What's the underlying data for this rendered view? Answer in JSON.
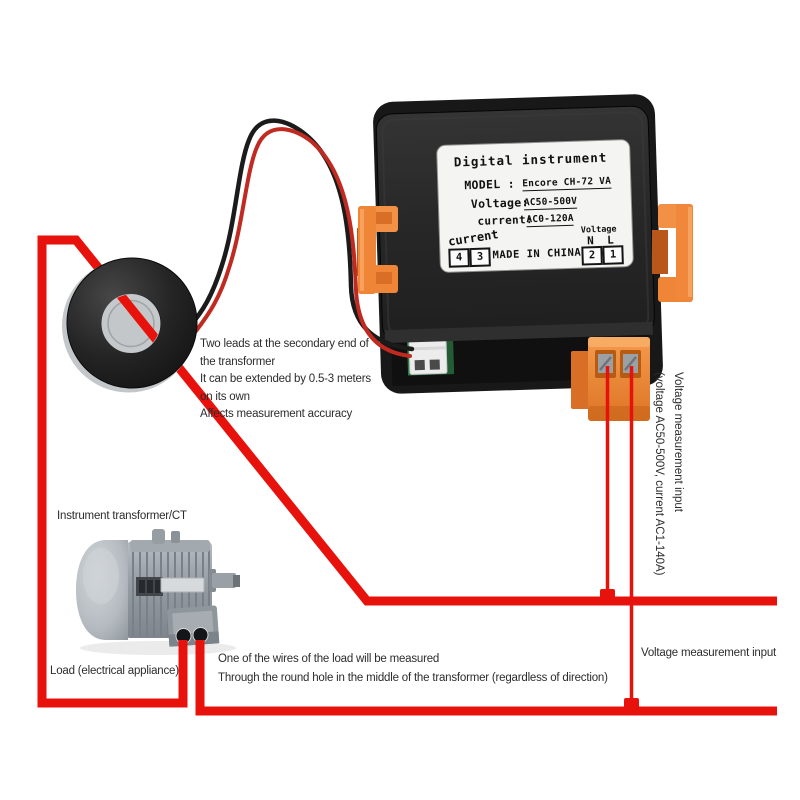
{
  "colors": {
    "wire_red": "#e8120c",
    "clip_orange": "#ef8637",
    "pcb_green": "#2e7a44",
    "device_black": "#262626",
    "motor_gray": "#9aa1a7"
  },
  "device_label": {
    "title": "Digital instrument",
    "model_key": "MODEL :",
    "model_value": "Encore CH-72 VA",
    "voltage_key": "Voltage:",
    "voltage_value": "AC50-500V",
    "current_key": "current:",
    "current_value": "AC0-120A",
    "current_terminals_label": "current",
    "voltage_terminals_label": "Voltage",
    "n_label": "N",
    "l_label": "L",
    "made_in": "MADE IN CHINA",
    "terminals": {
      "t4": "4",
      "t3": "3",
      "t2": "2",
      "t1": "1"
    }
  },
  "annotations": {
    "ct_note": {
      "line1": "Two leads at the secondary end of",
      "line2": "the transformer",
      "line3": "It can be extended by 0.5-3 meters",
      "line4": "on its own",
      "line5": "Affects measurement accuracy"
    },
    "ct_label": "Instrument transformer/CT",
    "load_label": "Load (electrical appliance)",
    "load_note": {
      "line1": "One of the wires of the load will be measured",
      "line2": "Through the round hole in the middle of the transformer (regardless of direction)"
    },
    "voltage_input_right": "Voltage measurement input",
    "voltage_input_vertical": {
      "line1": "Voltage measurement input",
      "line2": "(voltage AC50-500V, current AC1-140A)"
    }
  }
}
